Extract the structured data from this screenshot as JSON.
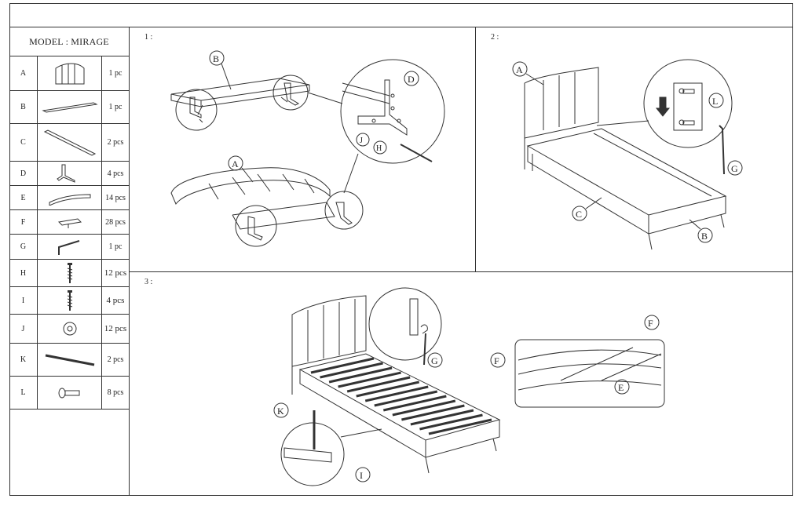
{
  "model_label": "MODEL : MIRAGE",
  "parts": [
    {
      "letter": "A",
      "qty": "1 pc",
      "icon": "headboard-icon"
    },
    {
      "letter": "B",
      "qty": "1 pc",
      "icon": "rail-b-icon"
    },
    {
      "letter": "C",
      "qty": "2 pcs",
      "icon": "side-rail-c-icon"
    },
    {
      "letter": "D",
      "qty": "4 pcs",
      "icon": "leg-bracket-icon"
    },
    {
      "letter": "E",
      "qty": "14 pcs",
      "icon": "slat-icon"
    },
    {
      "letter": "F",
      "qty": "28 pcs",
      "icon": "slat-holder-icon"
    },
    {
      "letter": "G",
      "qty": "1 pc",
      "icon": "allen-key-icon"
    },
    {
      "letter": "H",
      "qty": "12 pcs",
      "icon": "screw-icon"
    },
    {
      "letter": "I",
      "qty": "4 pcs",
      "icon": "screw-icon"
    },
    {
      "letter": "J",
      "qty": "12 pcs",
      "icon": "washer-icon"
    },
    {
      "letter": "K",
      "qty": "2 pcs",
      "icon": "support-bar-icon"
    },
    {
      "letter": "L",
      "qty": "8 pcs",
      "icon": "bolt-icon"
    }
  ],
  "steps": [
    {
      "label": "1 :",
      "callouts": [
        "B",
        "D",
        "A",
        "J",
        "H"
      ]
    },
    {
      "label": "2 :",
      "callouts": [
        "A",
        "L",
        "G",
        "C",
        "B"
      ]
    },
    {
      "label": "3 :",
      "callouts": [
        "G",
        "F",
        "F",
        "E",
        "K",
        "I"
      ]
    }
  ]
}
